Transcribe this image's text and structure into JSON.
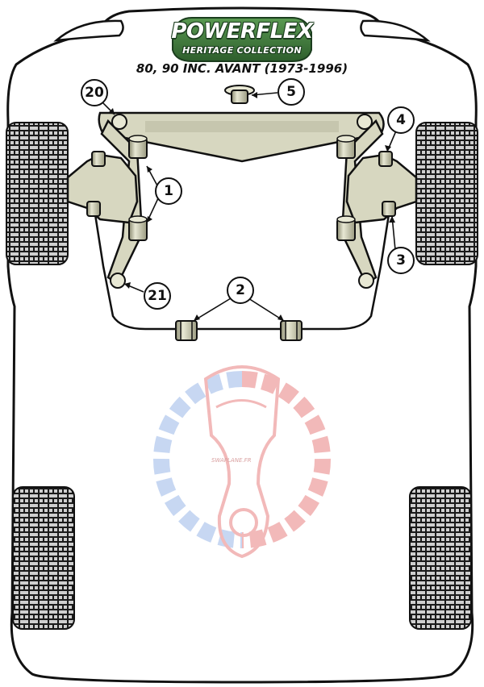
{
  "brand": {
    "name": "POWERFLEX",
    "collection": "HERITAGE COLLECTION"
  },
  "model": "80, 90 INC. AVANT (1973-1996)",
  "watermark": "SWAPLANE.FR",
  "callouts": [
    "20",
    "5",
    "4",
    "1",
    "3",
    "21",
    "2"
  ],
  "colors": {
    "outline": "#111111",
    "part": "#d7d7c0",
    "part_shadow": "#b9b9a0",
    "tyre": "#1a1a1a",
    "tread": "#cfcfcf",
    "logo_green": "#3d7a3a",
    "watermark_red": "#e88080",
    "watermark_blue": "#9ab8e8"
  }
}
